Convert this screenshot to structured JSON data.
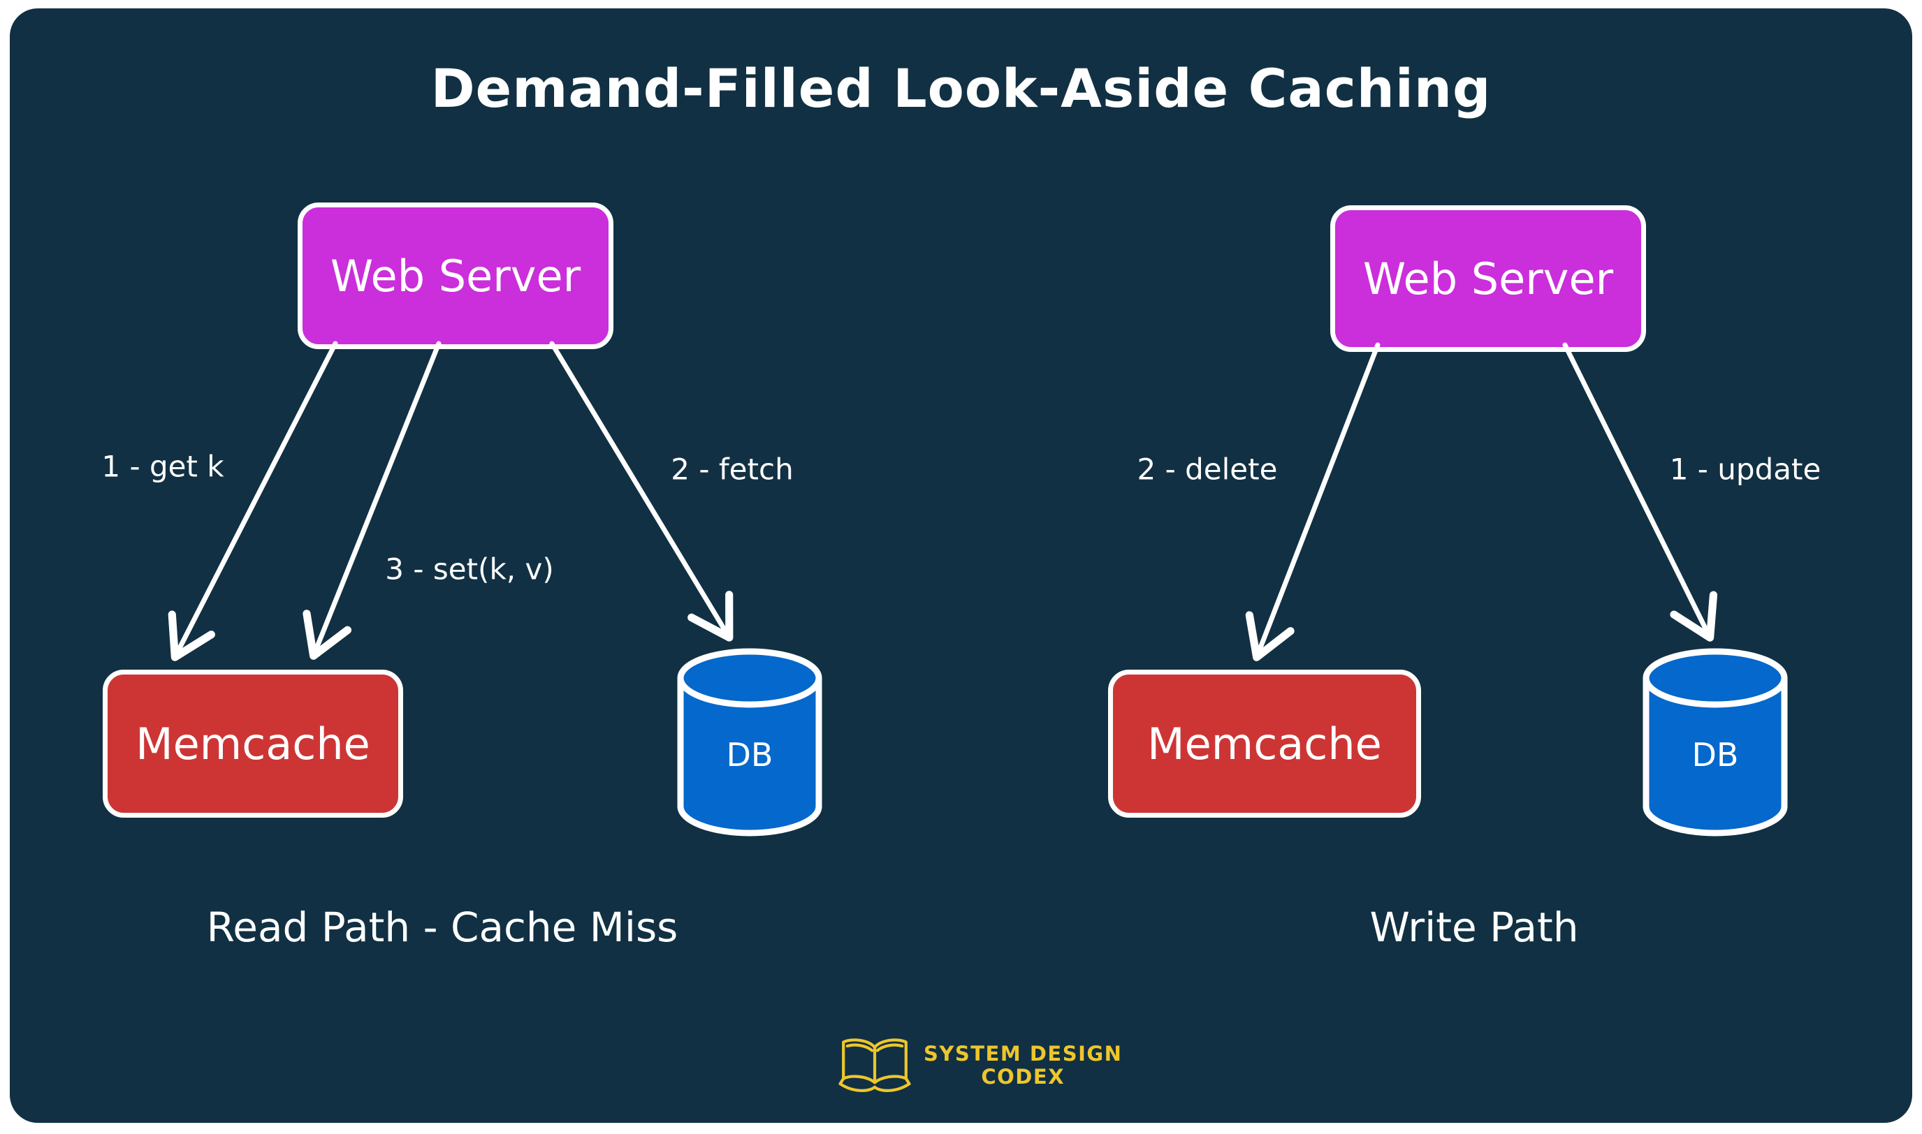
{
  "title": "Demand-Filled Look-Aside Caching",
  "colors": {
    "page_background": "#ffffff",
    "board_background": "#113043",
    "server_fill": "#cb2edb",
    "cache_fill": "#cd3535",
    "db_fill": "#0468cc",
    "stroke": "#ffffff",
    "text": "#ffffff",
    "logo": "#eec62c"
  },
  "read_path": {
    "web_server": "Web Server",
    "memcache": "Memcache",
    "db": "DB",
    "labels": {
      "get": "1 - get k",
      "set": "3 - set(k, v)",
      "fetch": "2 - fetch"
    },
    "caption": "Read Path - Cache Miss"
  },
  "write_path": {
    "web_server": "Web Server",
    "memcache": "Memcache",
    "db": "DB",
    "labels": {
      "delete": "2 - delete",
      "update": "1 - update"
    },
    "caption": "Write Path"
  },
  "logo": {
    "icon": "open-book-icon",
    "line1": "SYSTEM DESIGN",
    "line2": "CODEX"
  }
}
